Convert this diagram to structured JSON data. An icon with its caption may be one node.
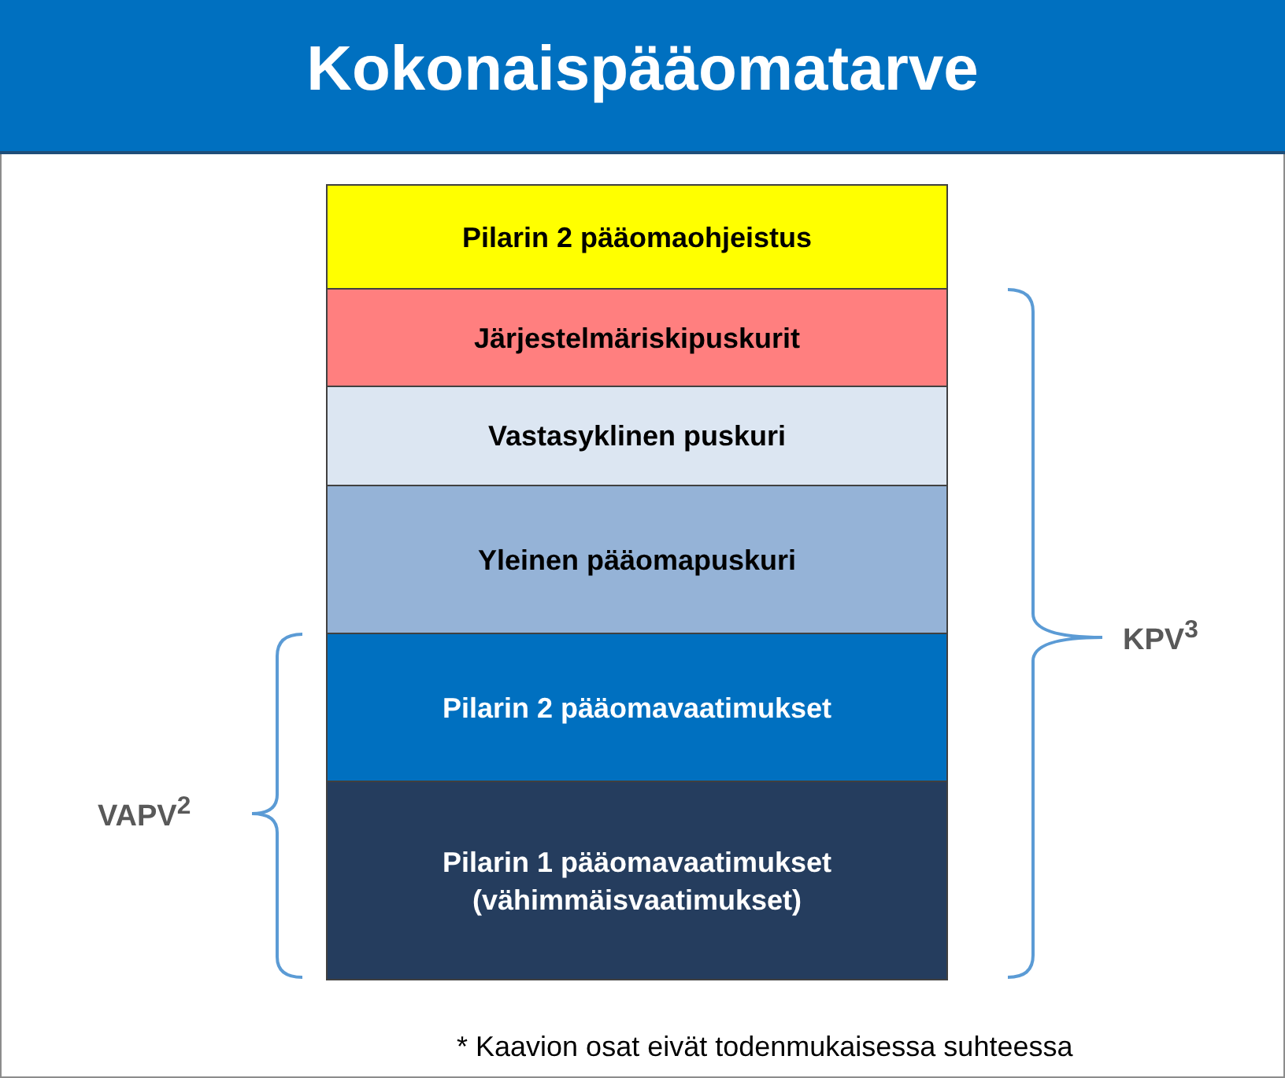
{
  "diagram": {
    "title": "Kokonaispääomatarve",
    "nodes": [
      {
        "text": [
          "Pilarin 2 pääomaohjeistus"
        ]
      },
      {
        "text": [
          "Järjestelmäriskipuskurit"
        ]
      },
      {
        "text": [
          "Vastasyklinen puskuri"
        ]
      },
      {
        "text": [
          "Yleinen pääomapuskuri"
        ]
      },
      {
        "text": [
          "Pilarin 2 pääomavaatimukset"
        ]
      },
      {
        "text": [
          "Pilarin 1 pääomavaatimukset (vähimmäisvaatimukset)"
        ]
      }
    ],
    "edges": [],
    "labels": [
      "KPV$^{3}$",
      "VAPV$^{2}$",
      "* Kaavion osat eivät todenmukaisessa suhteessa"
    ]
  }
}
